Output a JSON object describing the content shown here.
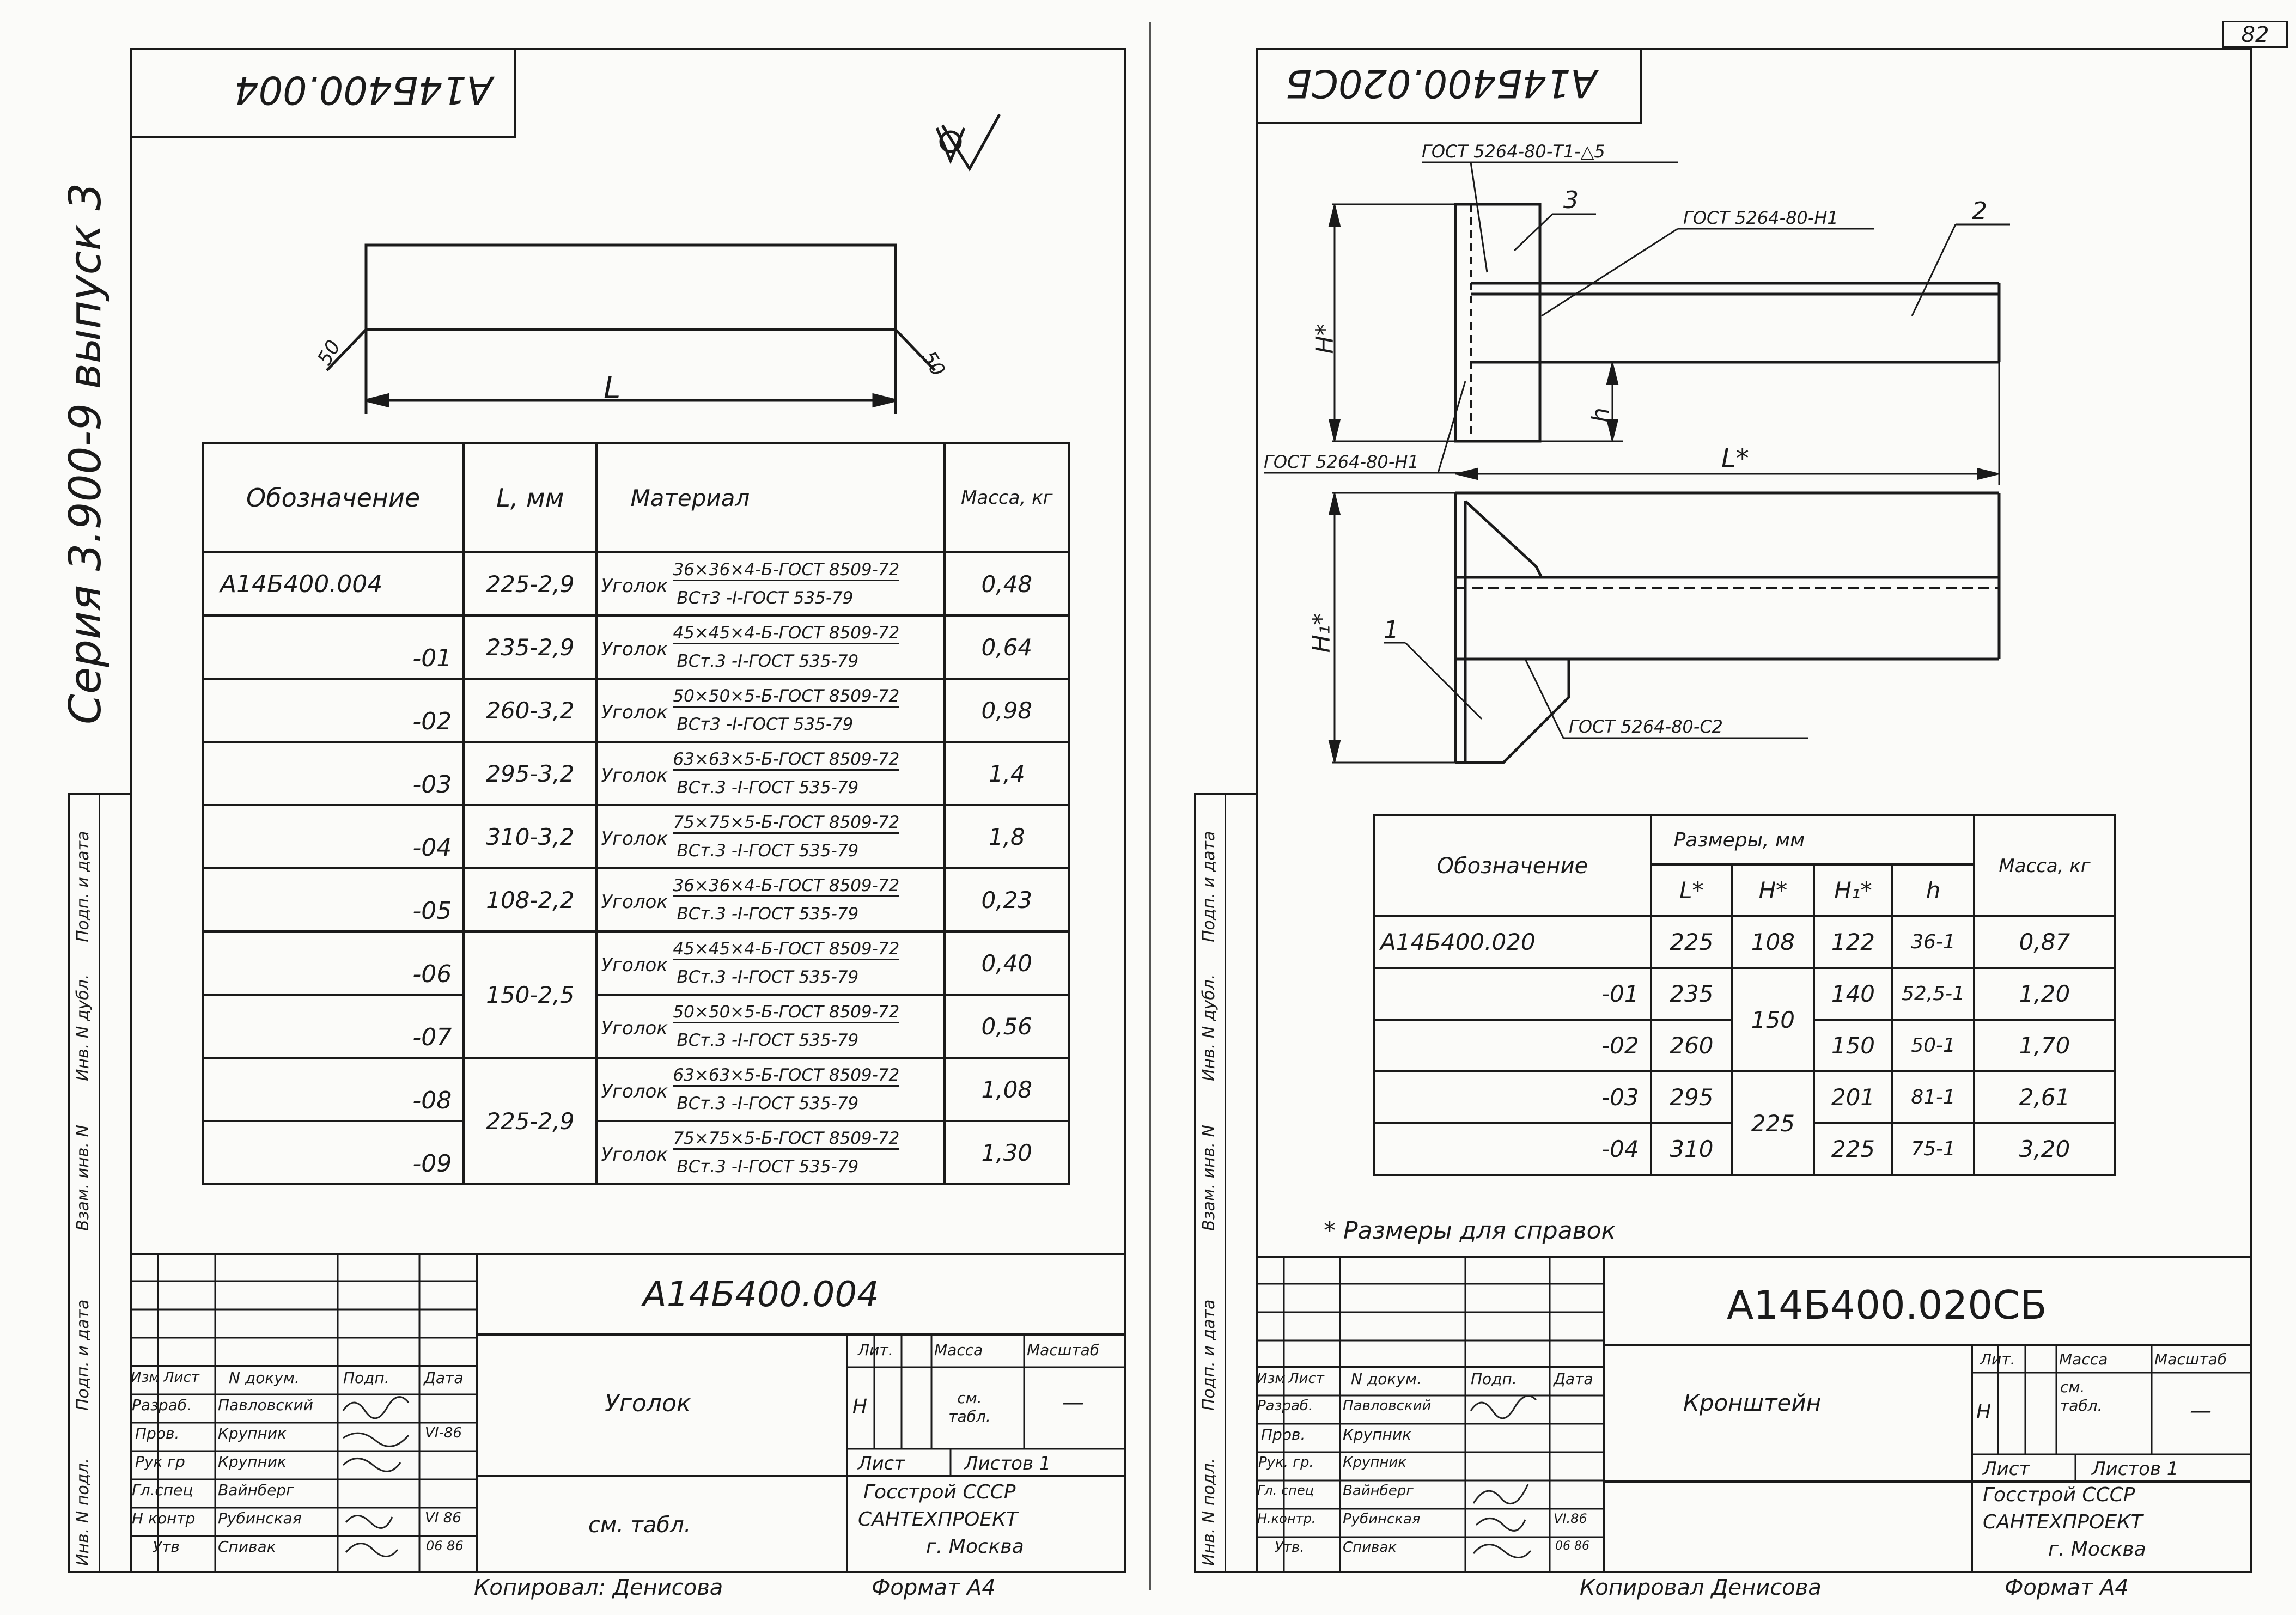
{
  "page_number": "82",
  "left": {
    "code_stamp": "A14Б400.004",
    "series": "Серия 3.900-9 выпуск 3",
    "dim_l": "L",
    "angle_left": "50",
    "angle_right": "50",
    "table": {
      "headers": [
        "Обозначение",
        "L, мм",
        "Материал",
        "Масса, кг"
      ],
      "rows": [
        {
          "code": "A14Б400.004",
          "l": "225-2,9",
          "mat_prefix": "Уголок",
          "mat_top": "36×36×4-Б-ГОСТ 8509-72",
          "mat_bot": "ВСт3 -I-ГОСТ 535-79",
          "mass": "0,48"
        },
        {
          "code": "-01",
          "l": "235-2,9",
          "mat_prefix": "Уголок",
          "mat_top": "45×45×4-Б-ГОСТ 8509-72",
          "mat_bot": "ВСт.3 -I-ГОСТ 535-79",
          "mass": "0,64"
        },
        {
          "code": "-02",
          "l": "260-3,2",
          "mat_prefix": "Уголок",
          "mat_top": "50×50×5-Б-ГОСТ 8509-72",
          "mat_bot": "ВСт3 -I-ГОСТ 535-79",
          "mass": "0,98"
        },
        {
          "code": "-03",
          "l": "295-3,2",
          "mat_prefix": "Уголок",
          "mat_top": "63×63×5-Б-ГОСТ 8509-72",
          "mat_bot": "ВСт.3 -I-ГОСТ 535-79",
          "mass": "1,4"
        },
        {
          "code": "-04",
          "l": "310-3,2",
          "mat_prefix": "Уголок",
          "mat_top": "75×75×5-Б-ГОСТ 8509-72",
          "mat_bot": "ВСт.3 -I-ГОСТ 535-79",
          "mass": "1,8"
        },
        {
          "code": "-05",
          "l": "108-2,2",
          "mat_prefix": "Уголок",
          "mat_top": "36×36×4-Б-ГОСТ 8509-72",
          "mat_bot": "ВСт.3 -I-ГОСТ 535-79",
          "mass": "0,23"
        },
        {
          "code": "-06",
          "l": "150-2,5",
          "mat_prefix": "Уголок",
          "mat_top": "45×45×4-Б-ГОСТ 8509-72",
          "mat_bot": "ВСт.3 -I-ГОСТ 535-79",
          "mass": "0,40"
        },
        {
          "code": "-07",
          "l": "",
          "mat_prefix": "Уголок",
          "mat_top": "50×50×5-Б-ГОСТ 8509-72",
          "mat_bot": "ВСт.3 -I-ГОСТ 535-79",
          "mass": "0,56"
        },
        {
          "code": "-08",
          "l": "225-2,9",
          "mat_prefix": "Уголок",
          "mat_top": "63×63×5-Б-ГОСТ 8509-72",
          "mat_bot": "ВСт.3 -I-ГОСТ 535-79",
          "mass": "1,08"
        },
        {
          "code": "-09",
          "l": "",
          "mat_prefix": "Уголок",
          "mat_top": "75×75×5-Б-ГОСТ 8509-72",
          "mat_bot": "ВСт.3 -I-ГОСТ 535-79",
          "mass": "1,30"
        }
      ]
    },
    "stamp": {
      "code": "A14Б400.004",
      "name": "Уголок",
      "material": "см. табл.",
      "lit_header": "Лит.",
      "mass_header": "Масса",
      "scale_header": "Масштаб",
      "lit": "Н",
      "mass": "см. табл.",
      "scale": "—",
      "sheet": "Лист",
      "sheets": "Листов 1",
      "org1": "Госстрой СССР",
      "org2": "САНТЕХПРОЕКТ",
      "org3": "г. Москва",
      "col_headers": [
        "Изм",
        "Лист",
        "N докум.",
        "Подп.",
        "Дата"
      ],
      "roles": [
        {
          "role": "Разраб.",
          "name": "Павловский",
          "date": ""
        },
        {
          "role": "Пров.",
          "name": "Крупник",
          "date": "VI-86"
        },
        {
          "role": "Рук гр",
          "name": "Крупник",
          "date": ""
        },
        {
          "role": "Гл.спец",
          "name": "Вайнберг",
          "date": ""
        },
        {
          "role": "Н контр",
          "name": "Рубинская",
          "date": "VI 86"
        },
        {
          "role": "Утв",
          "name": "Спивак",
          "date": "06 86"
        }
      ],
      "copied": "Копировал: Денисова",
      "format": "Формат А4"
    },
    "side_labels": [
      "Инв. N подл.",
      "Подп. и дата",
      "Взам. инв. N",
      "Инв. N дубл.",
      "Подп. и дата"
    ]
  },
  "right": {
    "code_stamp": "A14Б400.020СБ",
    "weld_top": "ГОСТ 5264-80-Т1-△5",
    "weld_mid": "ГОСТ 5264-80-Н1",
    "weld_left": "ГОСТ 5264-80-Н1",
    "weld_bottom": "ГОСТ 5264-80-С2",
    "pos1": "1",
    "pos2": "2",
    "pos3": "3",
    "dim_h": "H*",
    "dim_hsmall": "h",
    "dim_l": "L*",
    "dim_h1": "H₁*",
    "table": {
      "h_code": "Обозначение",
      "h_dims": "Размеры, мм",
      "h_mass": "Масса, кг",
      "sub": [
        "L*",
        "H*",
        "H₁*",
        "h"
      ],
      "rows": [
        {
          "code": "A14Б400.020",
          "l": "225",
          "h": "108",
          "h1": "122",
          "hs": "36-1",
          "mass": "0,87"
        },
        {
          "code": "-01",
          "l": "235",
          "h": "150",
          "h1": "140",
          "hs": "52,5-1",
          "mass": "1,20"
        },
        {
          "code": "-02",
          "l": "260",
          "h": "",
          "h1": "150",
          "hs": "50-1",
          "mass": "1,70"
        },
        {
          "code": "-03",
          "l": "295",
          "h": "225",
          "h1": "201",
          "hs": "81-1",
          "mass": "2,61"
        },
        {
          "code": "-04",
          "l": "310",
          "h": "",
          "h1": "225",
          "hs": "75-1",
          "mass": "3,20"
        }
      ]
    },
    "note": "* Размеры для справок",
    "stamp": {
      "code": "A14Б400.020СБ",
      "name": "Кронштейн",
      "lit_header": "Лит.",
      "mass_header": "Масса",
      "scale_header": "Масштаб",
      "lit": "Н",
      "mass": "см. табл.",
      "scale": "—",
      "sheet": "Лист",
      "sheets": "Листов 1",
      "org1": "Госстрой СССР",
      "org2": "САНТЕХПРОЕКТ",
      "org3": "г. Москва",
      "col_headers": [
        "Изм",
        "Лист",
        "N докум.",
        "Подп.",
        "Дата"
      ],
      "roles": [
        {
          "role": "Разраб.",
          "name": "Павловский",
          "date": ""
        },
        {
          "role": "Пров.",
          "name": "Крупник",
          "date": ""
        },
        {
          "role": "Рук. гр.",
          "name": "Крупник",
          "date": ""
        },
        {
          "role": "Гл. спец",
          "name": "Вайнберг",
          "date": ""
        },
        {
          "role": "Н.контр.",
          "name": "Рубинская",
          "date": "VI.86"
        },
        {
          "role": "Утв.",
          "name": "Спивак",
          "date": "06 86"
        }
      ],
      "copied": "Копировал Денисова",
      "format": "Формат А4"
    },
    "side_labels": [
      "Инв. N подл.",
      "Подп. и дата",
      "Взам. инв. N",
      "Инв. N дубл.",
      "Подп. и дата"
    ]
  }
}
